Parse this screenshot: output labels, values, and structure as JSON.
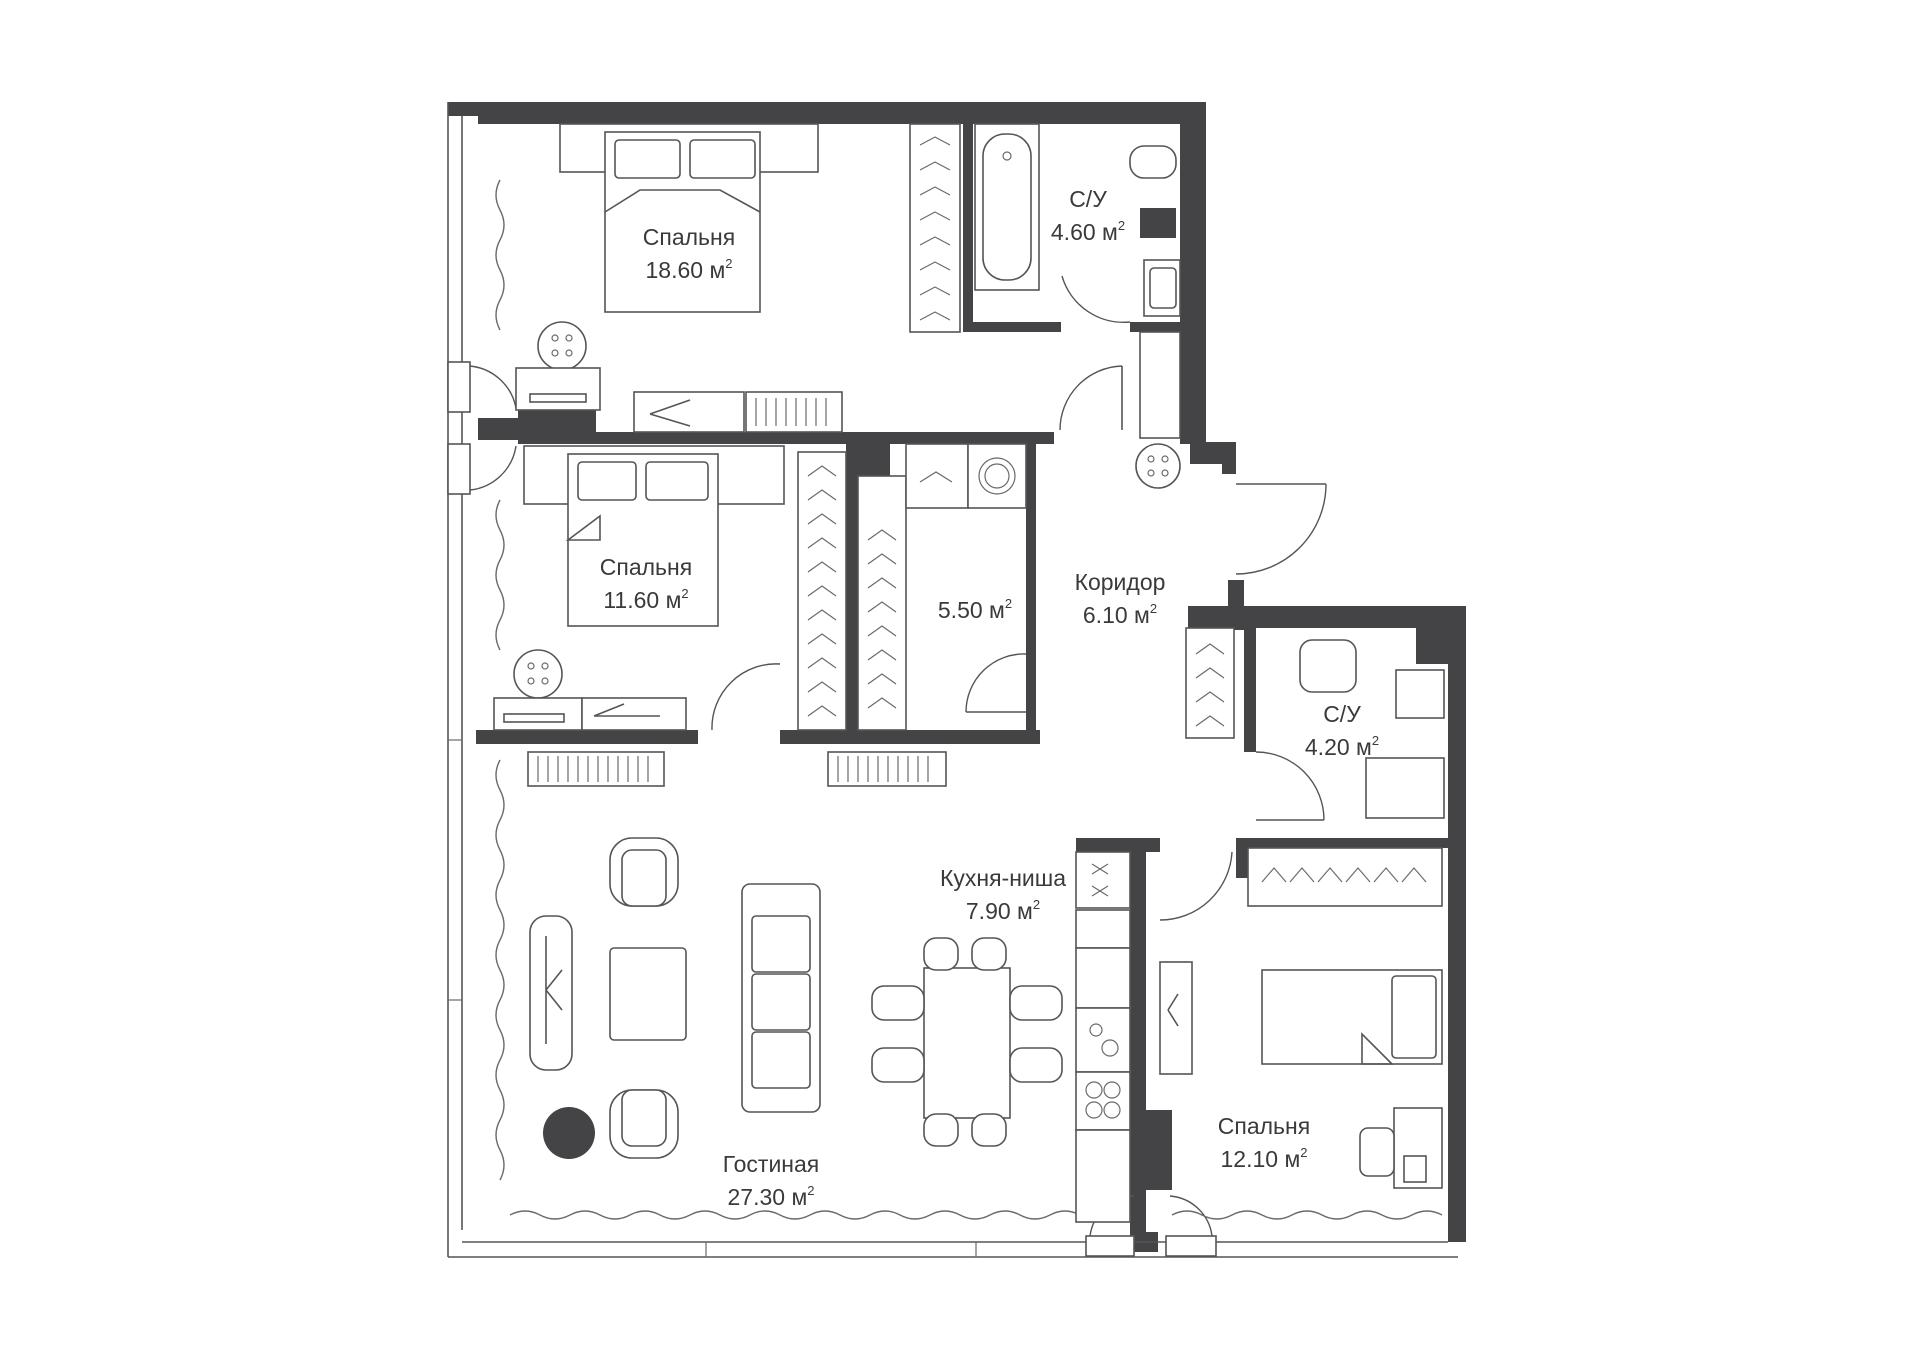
{
  "rooms": [
    {
      "id": "bedroom-1",
      "name": "Спальня",
      "area": "18.60 м"
    },
    {
      "id": "bathroom-1",
      "name": "С/У",
      "area": "4.60 м"
    },
    {
      "id": "bedroom-2",
      "name": "Спальня",
      "area": "11.60 м"
    },
    {
      "id": "storage",
      "name": "",
      "area": "5.50 м"
    },
    {
      "id": "corridor",
      "name": "Коридор",
      "area": "6.10 м"
    },
    {
      "id": "bathroom-2",
      "name": "С/У",
      "area": "4.20 м"
    },
    {
      "id": "kitchen",
      "name": "Кухня-ниша",
      "area": "7.90 м"
    },
    {
      "id": "bedroom-3",
      "name": "Спальня",
      "area": "12.10 м"
    },
    {
      "id": "living-room",
      "name": "Гостиная",
      "area": "27.30 м"
    }
  ],
  "area_unit_superscript": "2",
  "colors": {
    "wall": "#444446",
    "line": "#555557",
    "background": "#ffffff",
    "text": "#3a3a3c"
  }
}
